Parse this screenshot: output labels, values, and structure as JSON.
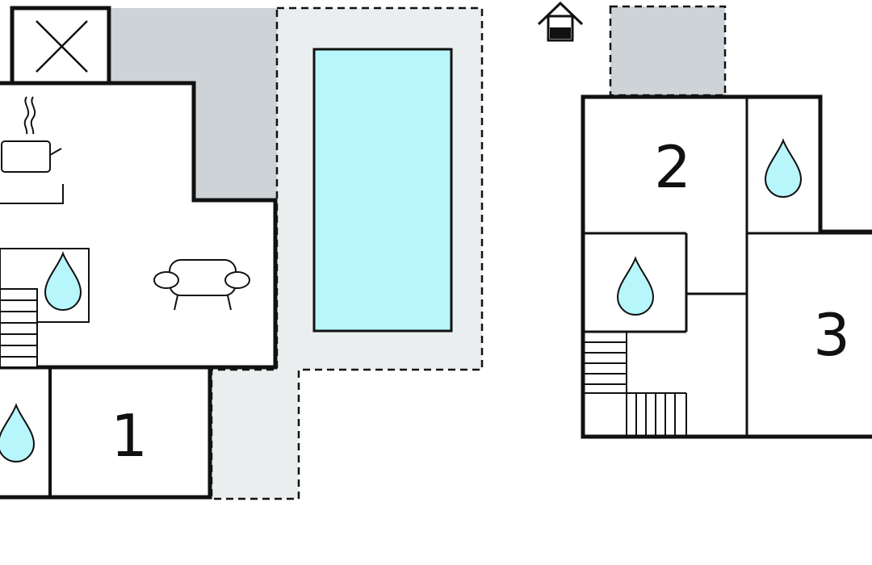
{
  "floorplan": {
    "colors": {
      "wall": "#111111",
      "terrace": "#cdd3d6",
      "pool_surround": "#eaeeee",
      "pool": "#b7f6fb",
      "water_drop": "#b7f6fb",
      "background": "#ffffff"
    },
    "ground_floor": {
      "rooms": [
        {
          "id": "bedroom-1",
          "label": "1"
        }
      ],
      "fixtures": [
        "chimney-cross",
        "kitchen-pot-icon",
        "water-drop-icon",
        "water-drop-icon",
        "sofa-icon",
        "stairs",
        "pool"
      ]
    },
    "upper_floor": {
      "rooms": [
        {
          "id": "bedroom-2",
          "label": "2"
        },
        {
          "id": "bedroom-3",
          "label": "3"
        }
      ],
      "fixtures": [
        "house-entrance-icon",
        "water-drop-icon",
        "water-drop-icon",
        "stairs"
      ]
    }
  }
}
